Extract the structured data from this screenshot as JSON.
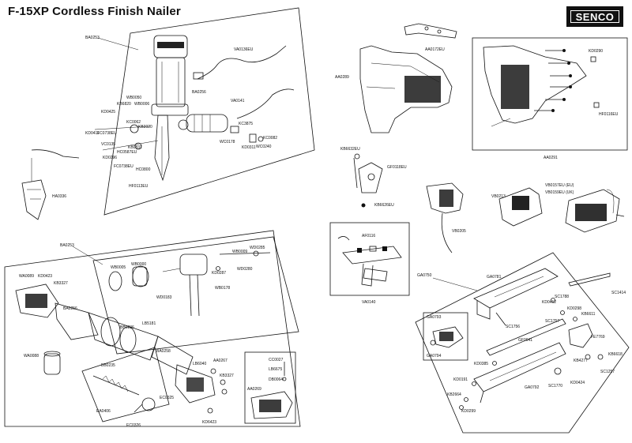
{
  "header": {
    "title": "F-15XP Cordless Finish Nailer",
    "brand": "SENCO"
  },
  "parts": {
    "BA0253_top": "BA0253",
    "VA0136EU": "VA0136EU",
    "WB0050": "WB0050",
    "KB6820": "KB6820",
    "WB0006": "WB0006",
    "KD0425": "KD0425",
    "KC0062": "KC0062",
    "KC3875": "KC3875",
    "BA0256_top": "BA0256",
    "VA0141": "VA0141",
    "KB3920": "KB3920",
    "KD0411": "KD0411",
    "FC0738EU_a": "FC0738EU",
    "VC0135": "VC0135",
    "KB0831": "KB0831",
    "HC0587": "HC0587EU",
    "KD0296": "KD0296",
    "FC0738EU_b": "FC0738EU",
    "HC0800": "HC0800",
    "WC0178": "WC0178",
    "KD0311": "KD0311",
    "WC0240": "WC0240",
    "KC0082": "KC0082",
    "HF0113EU": "HF0113EU",
    "HA0336": "HA0336",
    "AA0172EU": "AA0172EU",
    "AA0289": "AA0289",
    "KB6632EU": "KB6632EU",
    "GF0118EU": "GF0118EU",
    "KB6626EU": "KB6626EU",
    "KD0290": "KD0290",
    "HF0116EU": "HF0116EU",
    "AA0291": "AA0291",
    "BA0253_bottom": "BA0253",
    "WB0000": "WB0000",
    "WB0005": "WB0005",
    "WB0009": "WB0009",
    "WD0183": "WD0183",
    "KD0287": "KD0287",
    "WD0285": "WD0285",
    "WB0178": "WB0178",
    "WD0280": "WD0280",
    "WA0089": "WA0089",
    "KD0423_a": "KD0423",
    "KB3327_a": "KB3327",
    "BA0256_bottom": "BA0256",
    "LB5181": "LB5181",
    "BB0236": "BB0236",
    "BB0235": "BB0235",
    "WA0088": "WA0088",
    "BA0258": "BA0258",
    "LB6040": "LB6040",
    "AA0267": "AA0267",
    "KB3327_b": "KB3327",
    "EC0325": "EC0325",
    "EA0406": "EA0406",
    "EC0326": "EC0326",
    "KD6423": "KD6423",
    "CC0027": "CC0027",
    "LB6675": "LB6675",
    "DB0064": "DB0064",
    "AA0269": "AA0269",
    "AF0116": "AF0116",
    "VA0140": "VA0140",
    "VB0205": "VB0205",
    "VB0213": "VB0213",
    "VB0157EU": "VB0157EU (EU)",
    "VB0159EU": "VB0159EU (UK)",
    "GA0750": "GA0750",
    "GA0781": "GA0781",
    "SC1788": "SC1788",
    "KD0412": "KD0412",
    "SC1414": "SC1414",
    "KD0298": "KD0298",
    "KB6611": "KB6611",
    "SC1757": "SC1757",
    "GA0793": "GA0793",
    "SC1756": "SC1756",
    "GF0041": "GF0041",
    "FE7769": "FE7769",
    "GA0794": "GA0794",
    "KD0385": "KD0385",
    "KB6618": "KB6618",
    "KB4277": "KB4277",
    "SC1257": "SC1257",
    "KD0191": "KD0191",
    "KB2664": "KB2664",
    "GA0792": "GA0792",
    "SC1770": "SC1770",
    "KD0424": "KD0424",
    "KD0299": "KD0299"
  }
}
